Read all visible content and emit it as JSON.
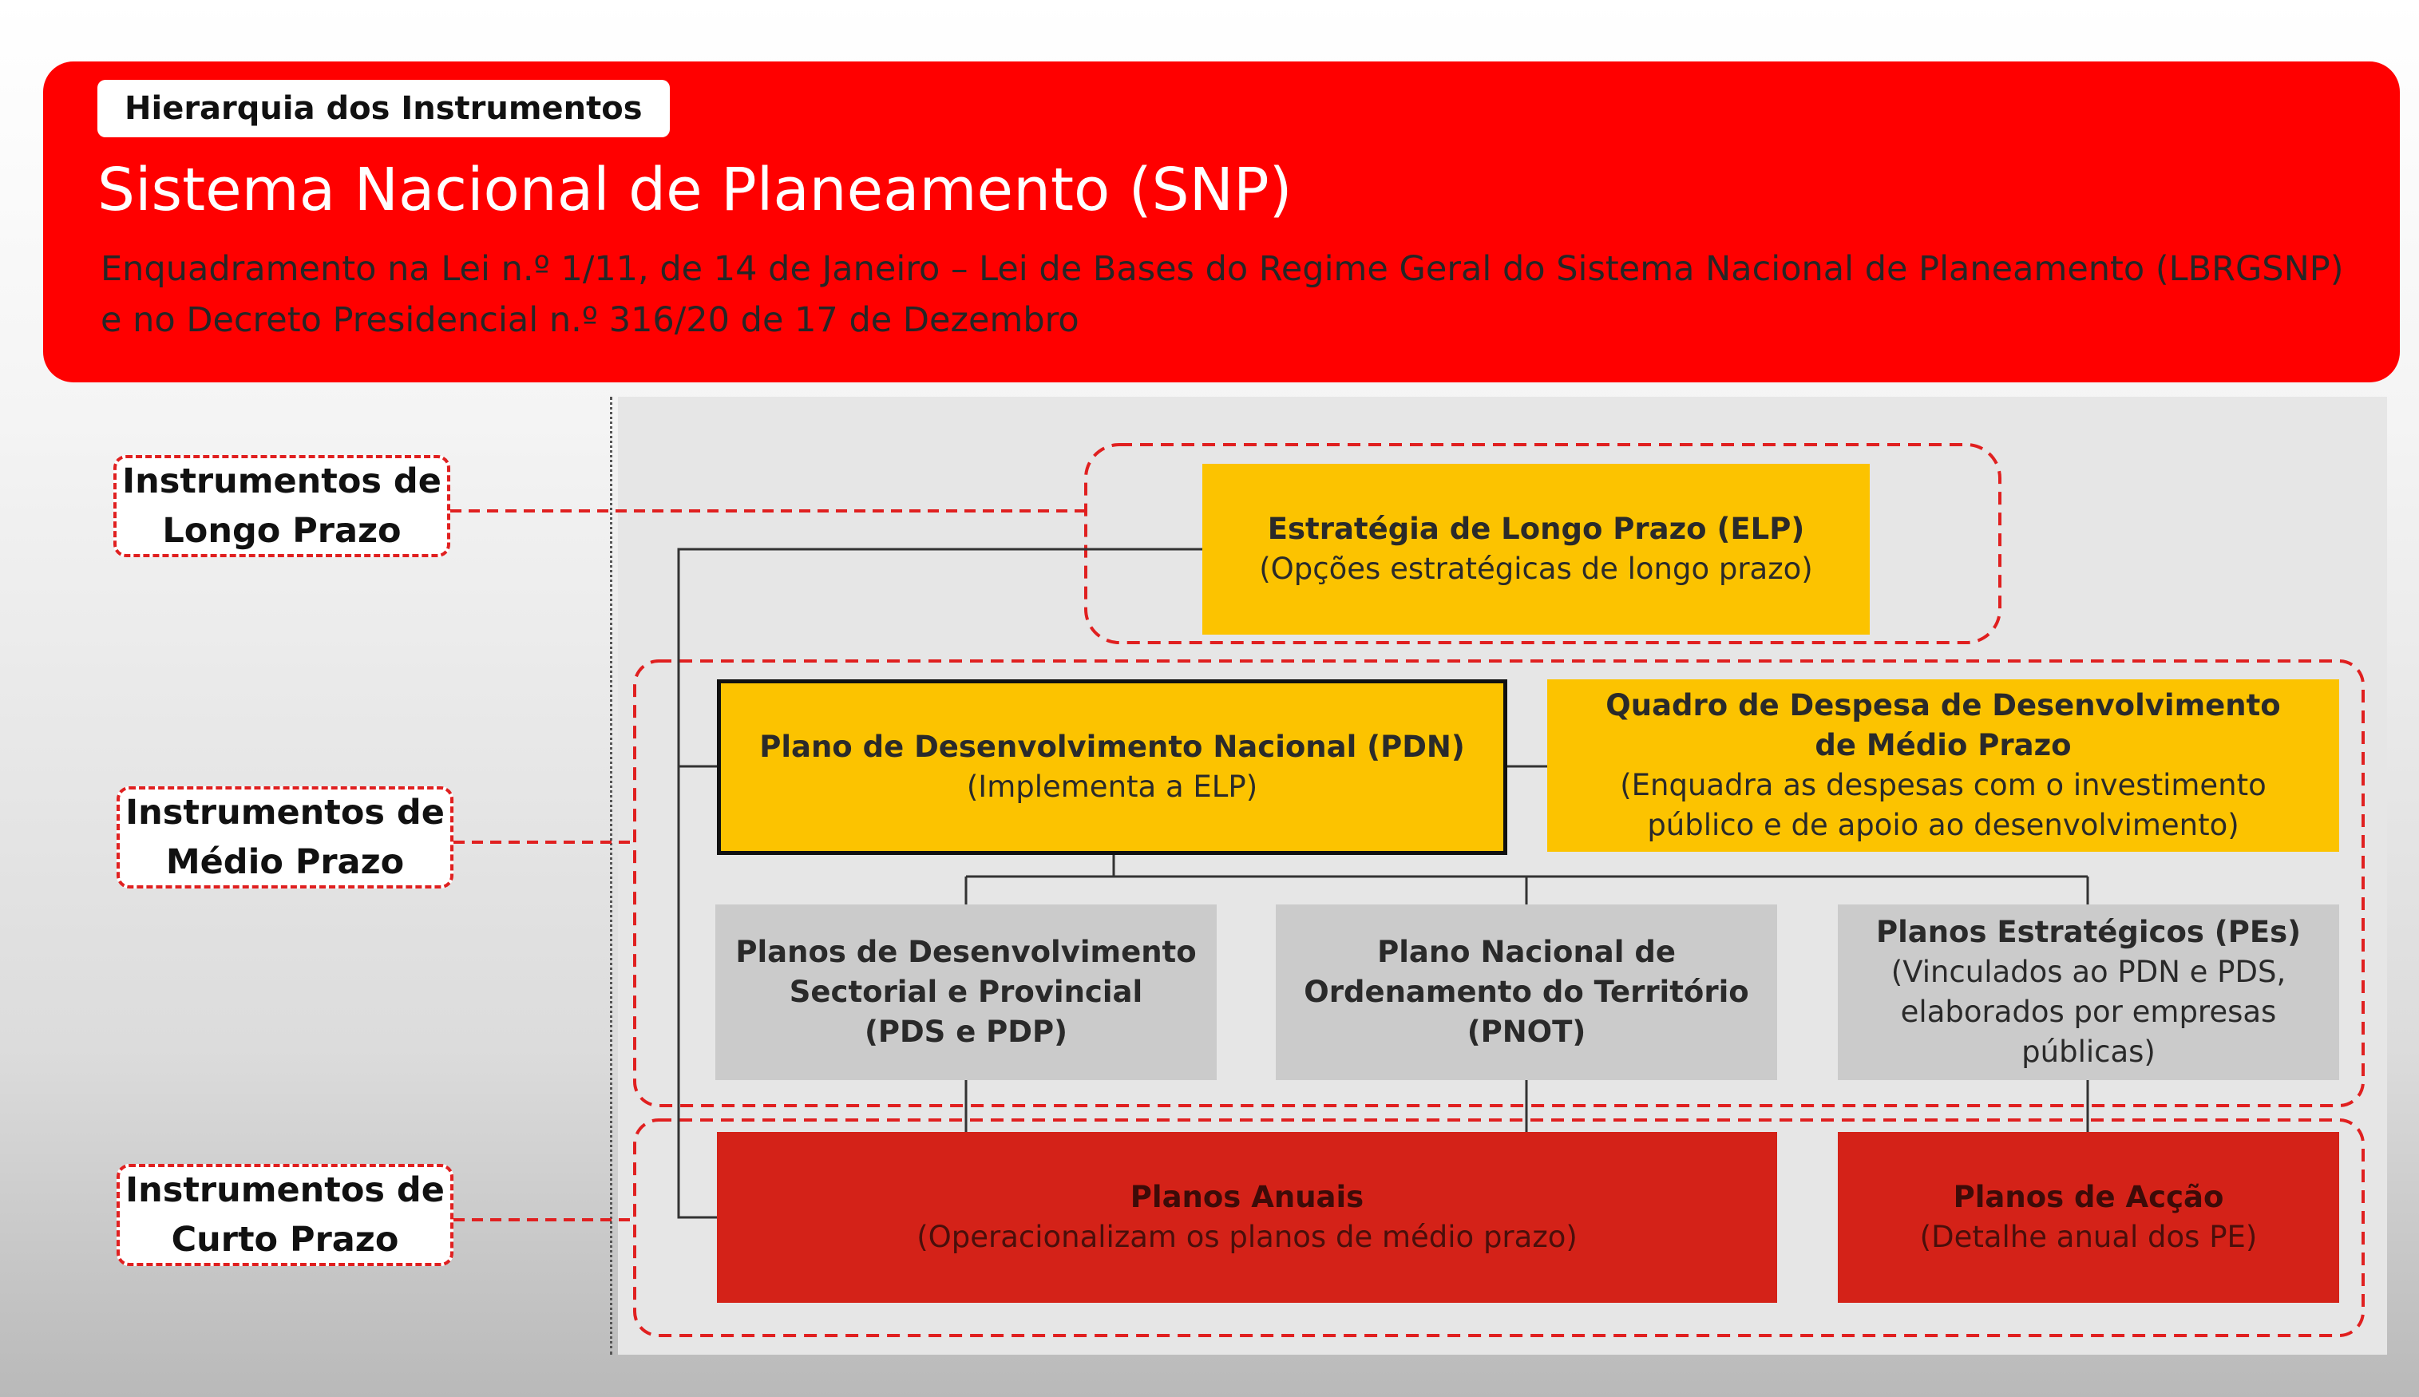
{
  "header": {
    "tag": "Hierarquia dos Instrumentos",
    "title": "Sistema Nacional de Planeamento (SNP)",
    "subtitle": "Enquadramento na Lei n.º 1/11, de 14 de Janeiro – Lei de Bases do Regime Geral do Sistema Nacional de Planeamento (LBRGSNP)  e no Decreto Presidencial n.º 316/20 de 17 de Dezembro",
    "background_color": "#ff0000"
  },
  "levels": {
    "long": "Instrumentos de\nLongo Prazo",
    "medium": "Instrumentos de\nMédio Prazo",
    "short": "Instrumentos de\nCurto Prazo"
  },
  "boxes": {
    "elp": {
      "title": "Estratégia de Longo Prazo (ELP)",
      "desc": "(Opções estratégicas de longo prazo)"
    },
    "pdn": {
      "title": "Plano de Desenvolvimento Nacional (PDN)",
      "desc": "(Implementa a ELP)"
    },
    "qdmp": {
      "title": "Quadro de Despesa de Desenvolvimento\nde Médio Prazo",
      "desc": "(Enquadra as despesas com o investimento\npúblico e de apoio ao desenvolvimento)"
    },
    "pds": {
      "title": "Planos de Desenvolvimento\nSectorial e Provincial\n(PDS e PDP)",
      "desc": ""
    },
    "pnot": {
      "title": "Plano Nacional de\nOrdenamento do Território\n(PNOT)",
      "desc": ""
    },
    "pes": {
      "title": "Planos Estratégicos (PEs)",
      "desc": "(Vinculados ao PDN e PDS,\nelaborados por empresas públicas)"
    },
    "anuais": {
      "title": "Planos Anuais",
      "desc": "(Operacionalizam os planos de médio prazo)"
    },
    "accao": {
      "title": "Planos de Acção",
      "desc": "(Detalhe anual dos PE)"
    }
  },
  "colors": {
    "long_term": "#fcc300",
    "medium_term_sectoral": "#cbcbcb",
    "short_term": "#d42218",
    "dashed_group": "#e02020"
  }
}
